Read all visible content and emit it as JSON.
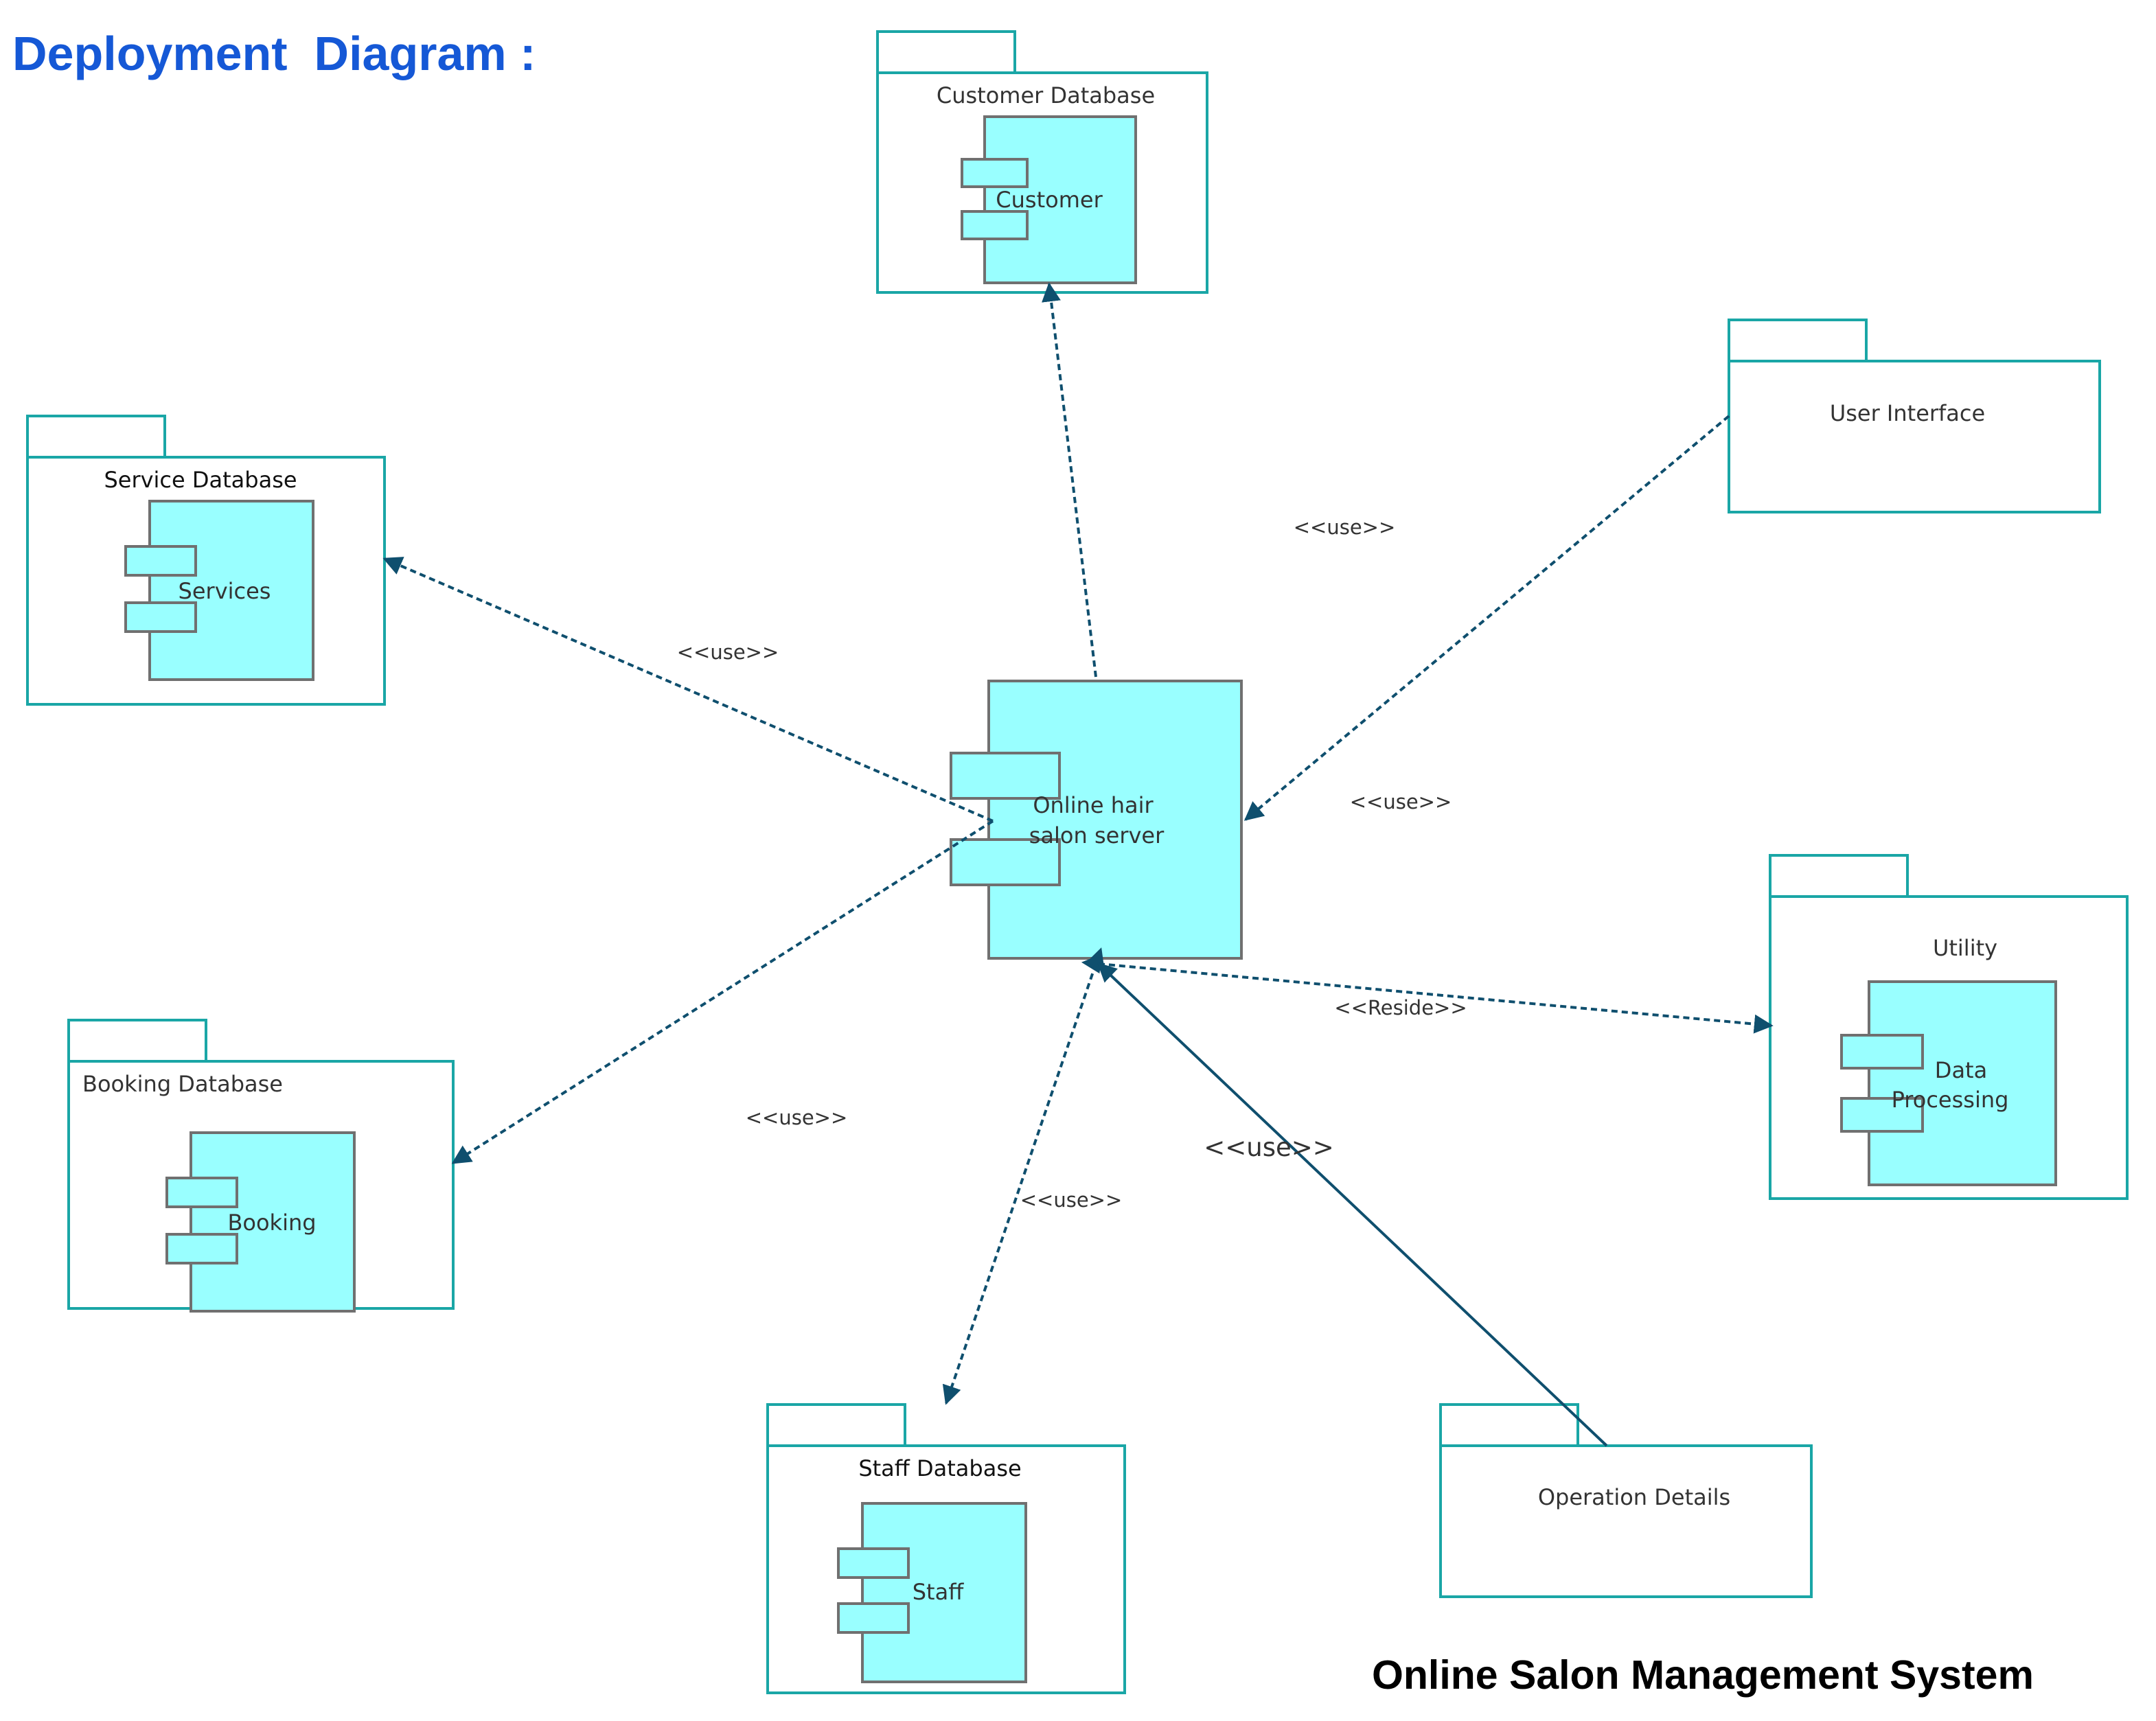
{
  "header": {
    "title": "Deployment  Diagram :"
  },
  "footer": {
    "caption": "Online Salon Management System"
  },
  "server": {
    "label_line1": "Online hair",
    "label_line2": "salon  server"
  },
  "packages": {
    "customer_db": {
      "name": "Customer Database",
      "component": "Customer"
    },
    "service_db": {
      "name": "Service Database",
      "component": "Services"
    },
    "user_interface": {
      "name": "User Interface"
    },
    "booking_db": {
      "name": "Booking Database",
      "component": "Booking"
    },
    "utility": {
      "name": "Utility",
      "component_line1": "Data",
      "component_line2": "Processing"
    },
    "staff_db": {
      "name": "Staff Database",
      "component": "Staff"
    },
    "operation_details": {
      "name": "Operation Details"
    }
  },
  "connectors": {
    "to_customer": {
      "stereotype": ""
    },
    "to_service": {
      "stereotype": "<<use>>"
    },
    "from_user_interface": {
      "stereotype": "<<use>>"
    },
    "from_user_interface_2": {
      "stereotype": "<<use>>"
    },
    "to_booking": {
      "stereotype": "<<use>>"
    },
    "to_utility": {
      "stereotype": "<<Reside>>"
    },
    "to_staff": {
      "stereotype": "<<use>>"
    },
    "from_operation": {
      "stereotype": "<<use>>"
    }
  },
  "colors": {
    "title": "#1558d6",
    "package_border": "#1aa6a6",
    "component_fill": "#99ffff",
    "component_border": "#707070",
    "connector": "#0f4f6e"
  }
}
